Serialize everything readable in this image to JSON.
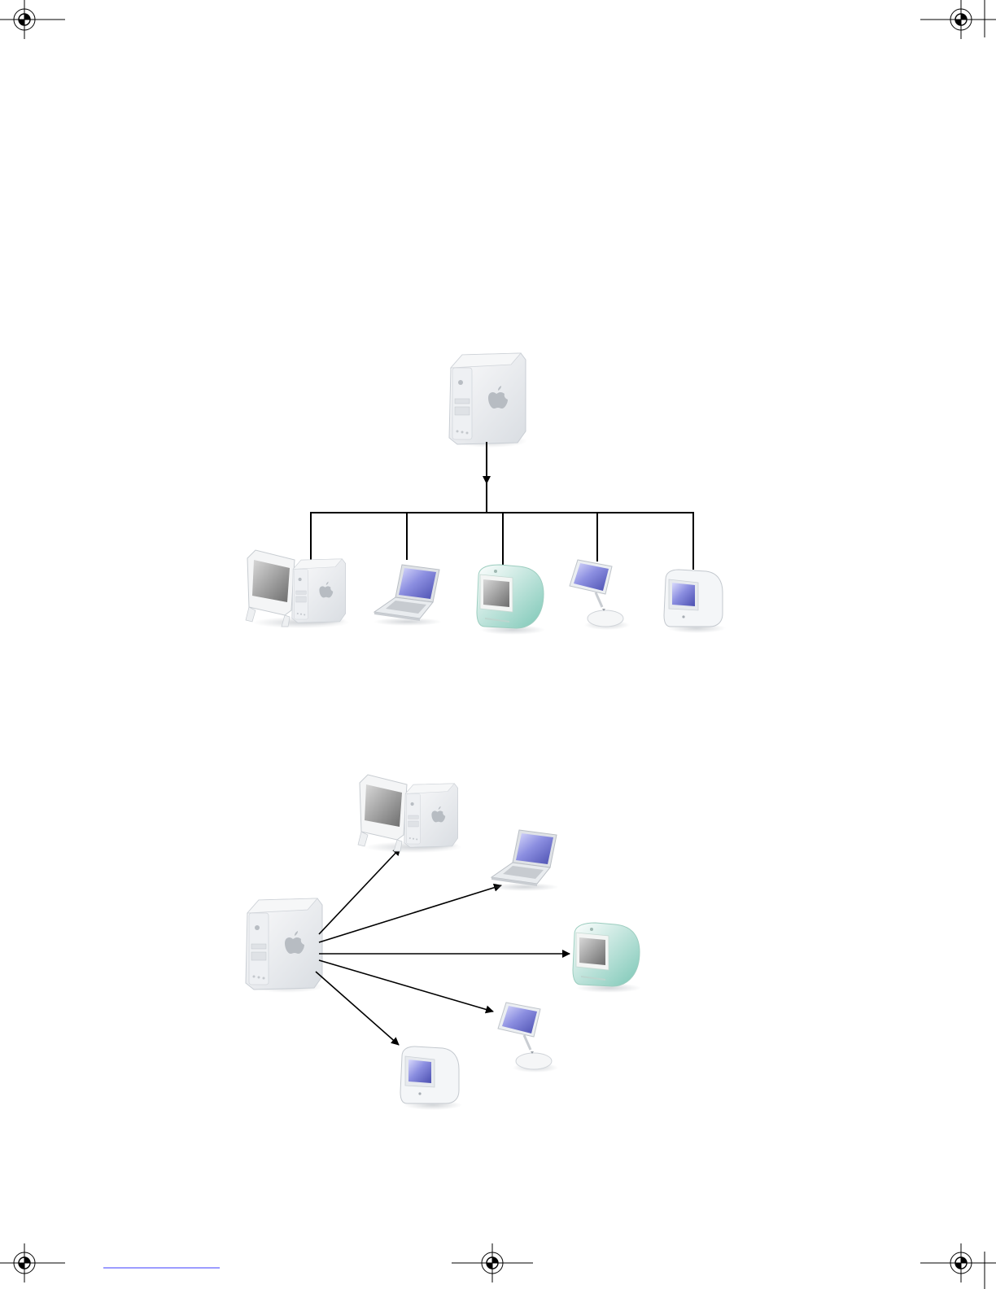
{
  "page": {
    "background": "#ffffff",
    "registration_marks": [
      "registration-mark",
      "registration-mark",
      "registration-mark",
      "registration-mark",
      "registration-mark",
      "registration-mark"
    ]
  },
  "diagram_bus": {
    "source": "power-mac-server",
    "link_style": "shared-bus",
    "clients": [
      "power-mac-with-display",
      "powerbook-laptop",
      "imac-g3-bondi",
      "imac-g4-flat-panel",
      "emac"
    ]
  },
  "diagram_star": {
    "source": "power-mac-server",
    "link_style": "direct-arrows",
    "clients": [
      "power-mac-with-display",
      "powerbook-laptop",
      "imac-g3-bondi",
      "imac-g4-flat-panel",
      "emac"
    ]
  },
  "colors": {
    "line": "#000000",
    "tower_body": "#e8ebee",
    "screen_blue": "#7c7fcf",
    "screen_gray": "#8a8a8a",
    "bondi_teal": "#8fcfc0",
    "footer_link": "#3b3bff"
  }
}
